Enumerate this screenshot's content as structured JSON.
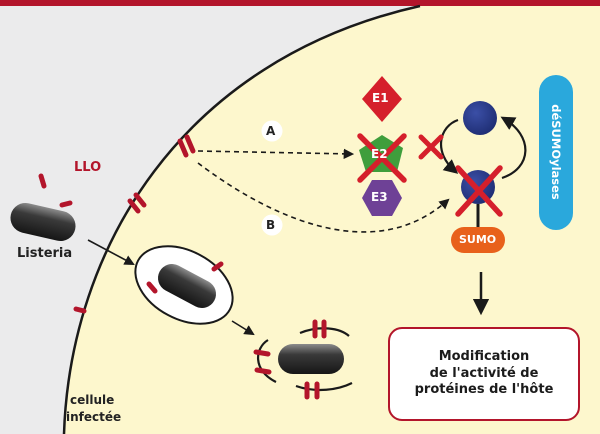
{
  "labels": {
    "llo": "LLO",
    "listeria": "Listeria",
    "path_a": "A",
    "path_b": "B",
    "e1": "E1",
    "e2": "E2",
    "e3": "E3",
    "sumo": "SUMO",
    "desumoylases": "déSUMOylases",
    "cellule_line1": "cellule",
    "cellule_line2": "infectée"
  },
  "highlight_box": {
    "line1": "Modification",
    "line2": "de l'activité de",
    "line3": "protéines de l'hôte"
  },
  "colors": {
    "background": "#ebebec",
    "cell": "#fdf7cd",
    "brand_red": "#b3152b",
    "e1": "#d51f2b",
    "e2": "#3f9e3c",
    "e3": "#6e4196",
    "sumo": "#e8611b",
    "desumoylase": "#2aa8dc",
    "protein_blue": "#2a3c8c"
  }
}
